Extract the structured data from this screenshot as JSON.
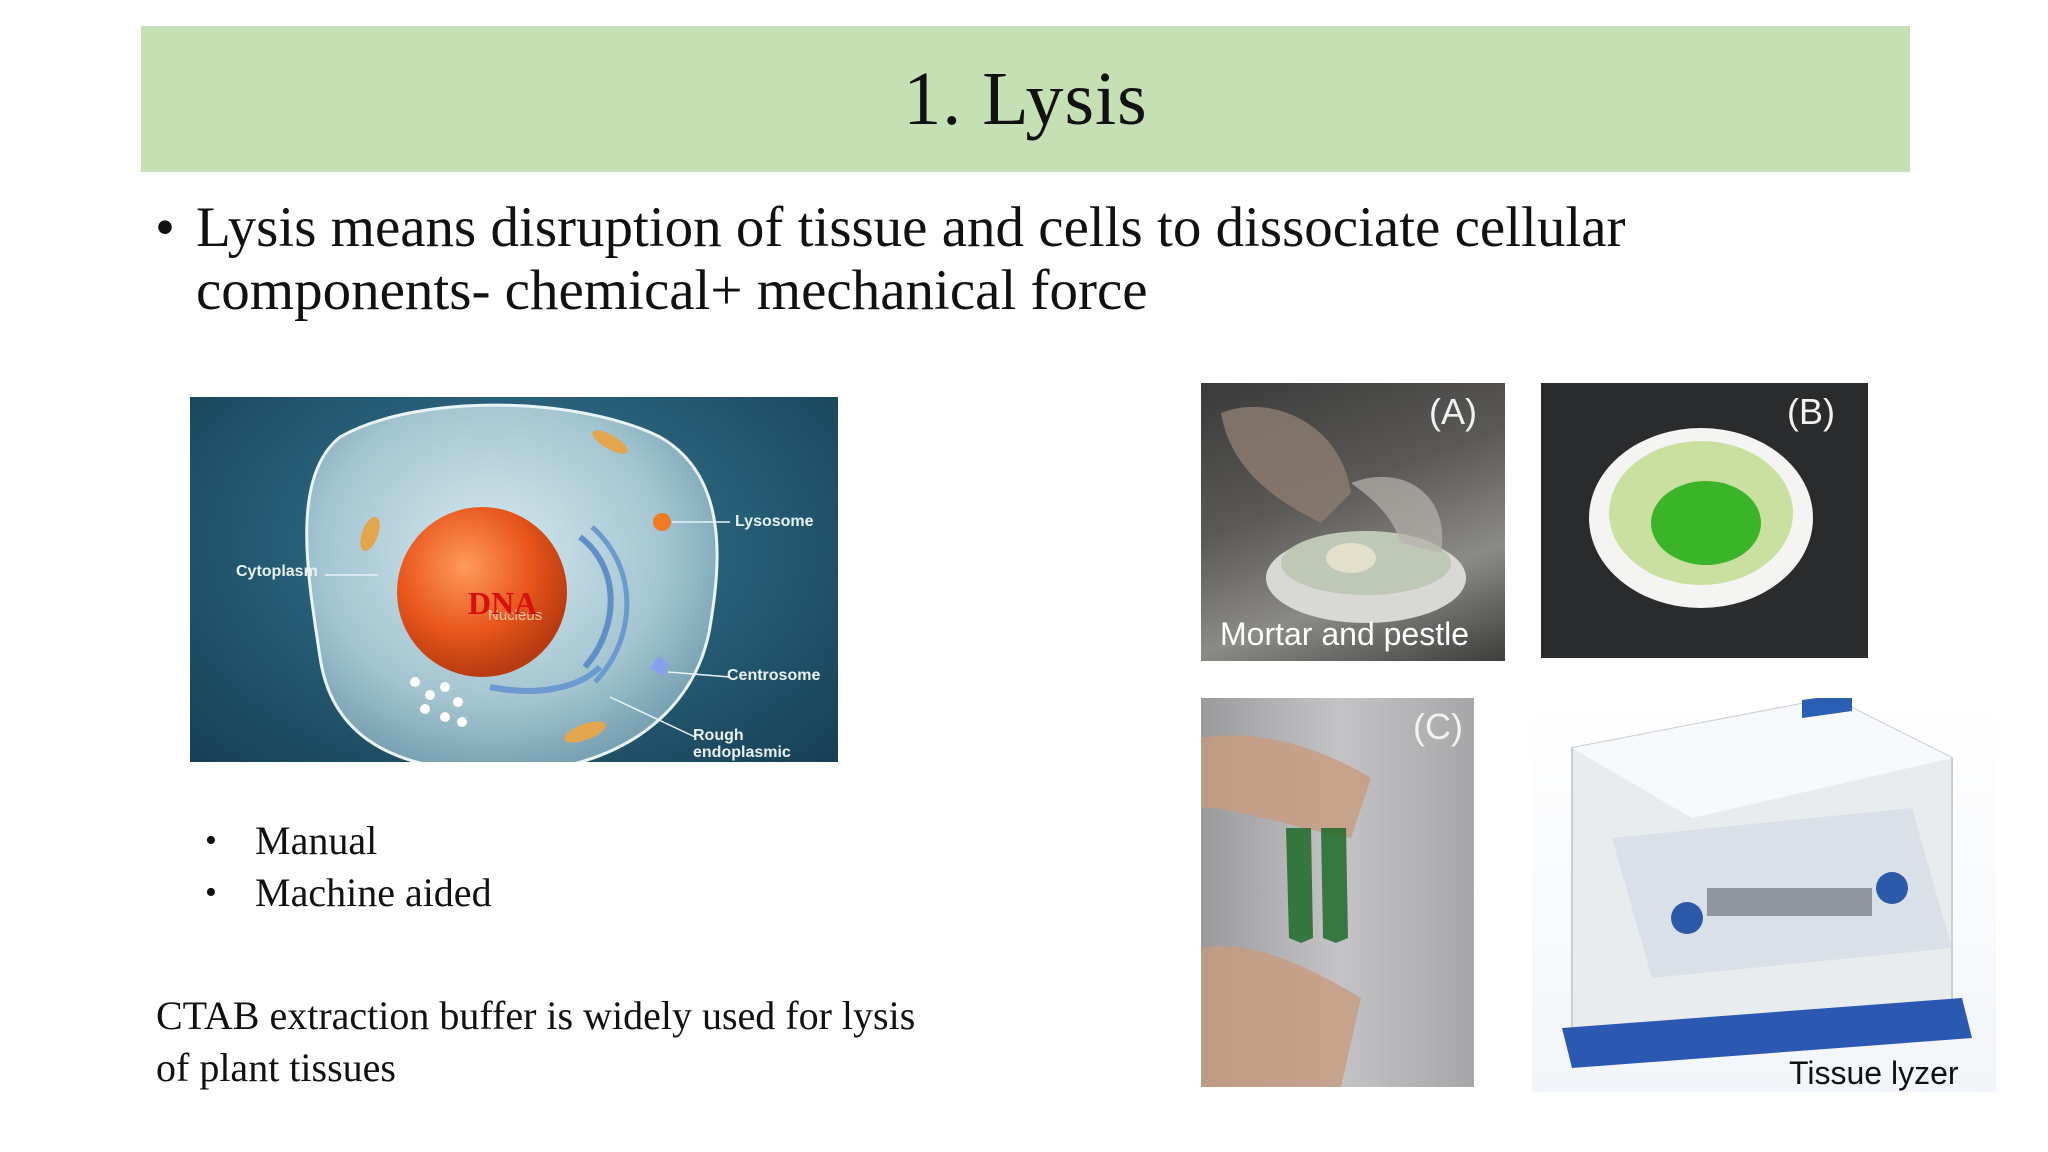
{
  "slide": {
    "title": "1. Lysis",
    "main_bullet": {
      "marker": "•",
      "line1": "Lysis means disruption of tissue and cells to dissociate cellular",
      "line2": "components- chemical+ mechanical force"
    },
    "cell_diagram": {
      "labels": {
        "cytoplasm": "Cytoplasm",
        "lysosome": "Lysosome",
        "centrosome": "Centrosome",
        "rough_er_1": "Rough",
        "rough_er_2": "endoplasmic",
        "nucleus": "Nucleus",
        "dna": "DNA"
      }
    },
    "sub_bullets": [
      {
        "marker": "•",
        "text": "Manual"
      },
      {
        "marker": "•",
        "text": "Machine aided"
      }
    ],
    "note": {
      "line1": "CTAB extraction buffer is widely used for lysis",
      "line2": "of plant tissues"
    },
    "photos": {
      "a": {
        "tag": "(A)",
        "caption": "Mortar and pestle"
      },
      "b": {
        "tag": "(B)"
      },
      "c": {
        "tag": "(C)"
      },
      "d": {
        "caption": "Tissue lyzer"
      }
    }
  }
}
